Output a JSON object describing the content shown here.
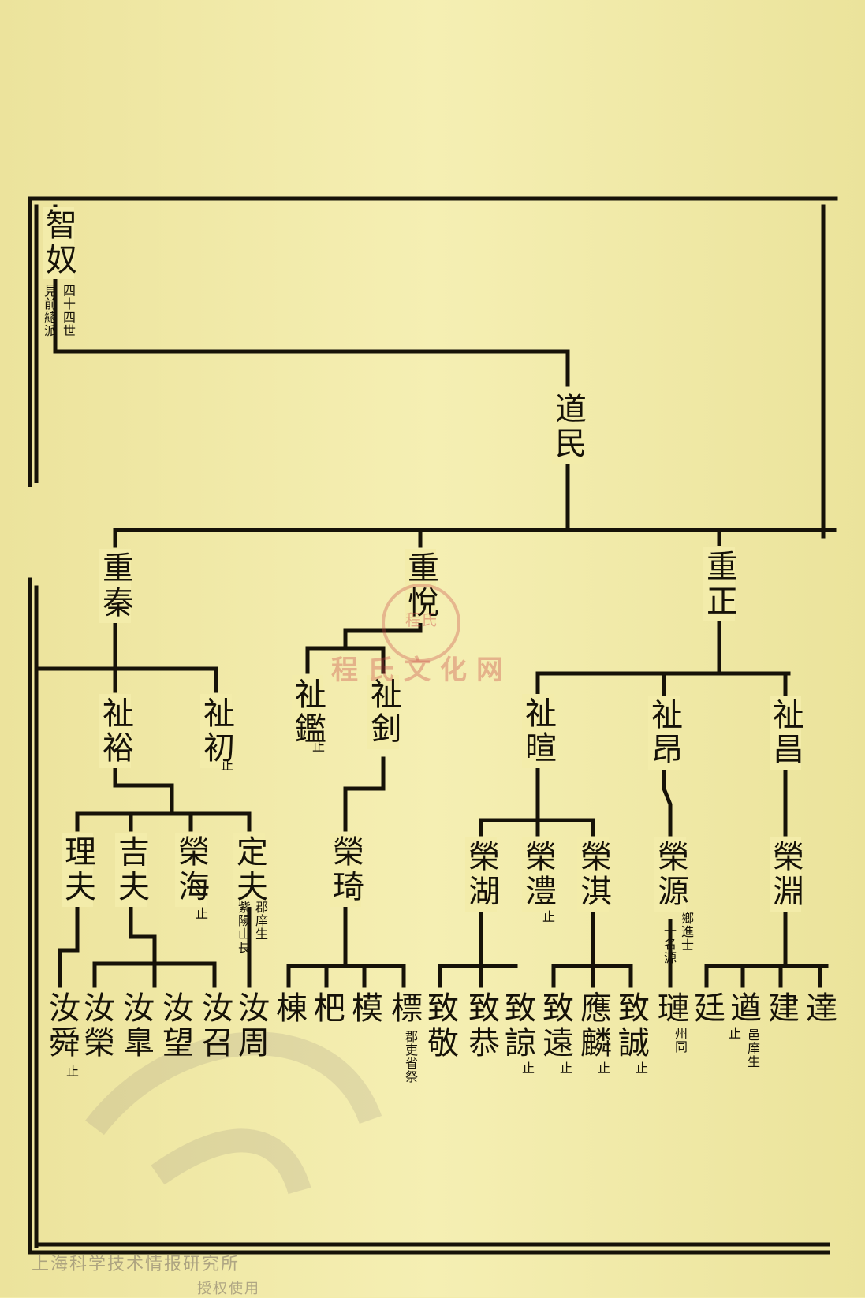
{
  "header": {
    "name": "智奴",
    "generation": "四十四世",
    "note": "見前總派"
  },
  "root": {
    "name": "道民"
  },
  "sons": [
    {
      "name": "重秦"
    },
    {
      "name": "重悅"
    },
    {
      "name": "重正"
    }
  ],
  "grandsons": [
    {
      "name": "祉裕",
      "note": ""
    },
    {
      "name": "祉初",
      "note": "止"
    },
    {
      "name": "祉鑑",
      "note": "止"
    },
    {
      "name": "祉釗",
      "note": ""
    },
    {
      "name": "祉暄",
      "note": ""
    },
    {
      "name": "祉昂",
      "note": ""
    },
    {
      "name": "祉昌",
      "note": ""
    }
  ],
  "great_grandsons": [
    {
      "name": "理夫",
      "note": ""
    },
    {
      "name": "吉夫",
      "note": ""
    },
    {
      "name": "榮海",
      "note": "止"
    },
    {
      "name": "定夫",
      "note": "郡庠生",
      "note2": "紫陽山長"
    },
    {
      "name": "榮琦",
      "note": ""
    },
    {
      "name": "榮湖",
      "note": ""
    },
    {
      "name": "榮澧",
      "note": "止"
    },
    {
      "name": "榮淇",
      "note": ""
    },
    {
      "name": "榮源",
      "note": "鄉進士",
      "note2": "一名源"
    },
    {
      "name": "榮淵",
      "note": ""
    }
  ],
  "bottom_row": [
    {
      "name": "汝舜",
      "note": "止"
    },
    {
      "name": "汝榮",
      "note": ""
    },
    {
      "name": "汝臯",
      "note": ""
    },
    {
      "name": "汝望",
      "note": ""
    },
    {
      "name": "汝召",
      "note": ""
    },
    {
      "name": "汝周",
      "note": ""
    },
    {
      "name": "棟",
      "note": ""
    },
    {
      "name": "杷",
      "note": ""
    },
    {
      "name": "模",
      "note": ""
    },
    {
      "name": "標",
      "note": "郡吏省祭"
    },
    {
      "name": "致敬",
      "note": ""
    },
    {
      "name": "致恭",
      "note": ""
    },
    {
      "name": "致諒",
      "note": "止"
    },
    {
      "name": "致遠",
      "note": "止"
    },
    {
      "name": "應麟",
      "note": "止"
    },
    {
      "name": "致誠",
      "note": "止"
    },
    {
      "name": "璉",
      "note": "州同"
    },
    {
      "name": "廷",
      "note": ""
    },
    {
      "name": "遒",
      "note": "止",
      "note2": "邑庠生"
    },
    {
      "name": "建",
      "note": ""
    },
    {
      "name": "達",
      "note": ""
    }
  ],
  "watermark": "程氏文化网",
  "seal_text": "程氏",
  "footer": {
    "line1": "上海科学技术情报研究所",
    "line2": "授权使用"
  },
  "colors": {
    "paper": "#f3ecaa",
    "ink": "#161208",
    "watermark": "#c84646"
  }
}
